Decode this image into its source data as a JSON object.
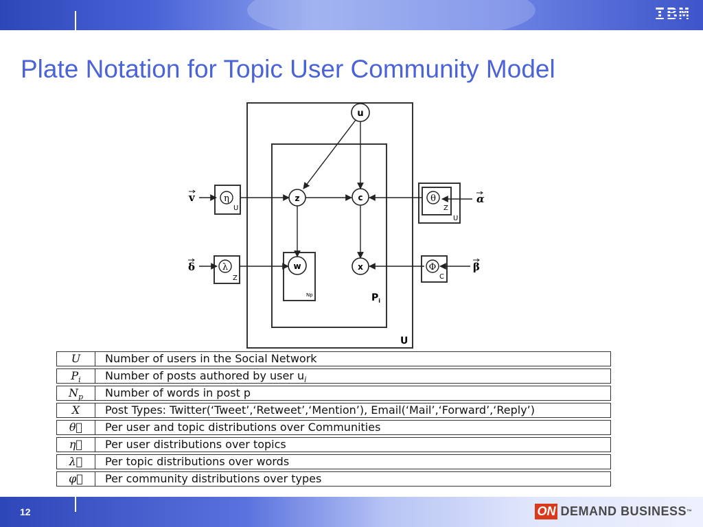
{
  "header": {
    "logo_text": "IBM",
    "title": "Plate Notation for Topic User Community Model"
  },
  "diagram": {
    "nodes": {
      "u": "u",
      "z": "z",
      "c": "c",
      "w": "w",
      "x": "x"
    },
    "params": {
      "eta": "η",
      "lambda": "λ",
      "theta": "θ",
      "phi": "Φ"
    },
    "hyper": {
      "nu": "v",
      "delta": "δ",
      "alpha": "α",
      "beta": "β"
    },
    "plate_labels": {
      "eta_plate": "U",
      "lambda_plate": "Z",
      "theta_inner": "Z",
      "theta_outer": "U",
      "phi_plate": "C",
      "word_plate": "Np",
      "post_plate_main": "P",
      "post_plate_sub": "i",
      "user_plate": "U"
    }
  },
  "legend": [
    {
      "symbol": "U",
      "subscript": "",
      "description": "Number of users in the Social Network"
    },
    {
      "symbol": "P",
      "subscript": "i",
      "description": "Number of posts authored by user u"
    },
    {
      "symbol": "N",
      "subscript": "p",
      "description": "Number of words in post p"
    },
    {
      "symbol": "X",
      "subscript": "",
      "description": "Post Types: Twitter(‘Tweet’,‘Retweet’,‘Mention’), Email(‘Mail’,‘Forward’,‘Reply’)"
    },
    {
      "symbol": "θ⃗",
      "subscript": "",
      "description": "Per user and topic distributions over Communities"
    },
    {
      "symbol": "η⃗",
      "subscript": "",
      "description": "Per user distributions over topics"
    },
    {
      "symbol": "λ⃗",
      "subscript": "",
      "description": "Per topic distributions over words"
    },
    {
      "symbol": "φ⃗",
      "subscript": "",
      "description": "Per community distributions over types"
    }
  ],
  "legend_desc_suffix": {
    "row1": "i",
    "row2": "p"
  },
  "footer": {
    "page_number": "12",
    "brand_on": "ON",
    "brand_rest": "DEMAND BUSINESS",
    "brand_tm": "™"
  },
  "colors": {
    "title": "#4a63d6",
    "bar_dark": "#2d46b8",
    "brand_red": "#d93a1c"
  }
}
